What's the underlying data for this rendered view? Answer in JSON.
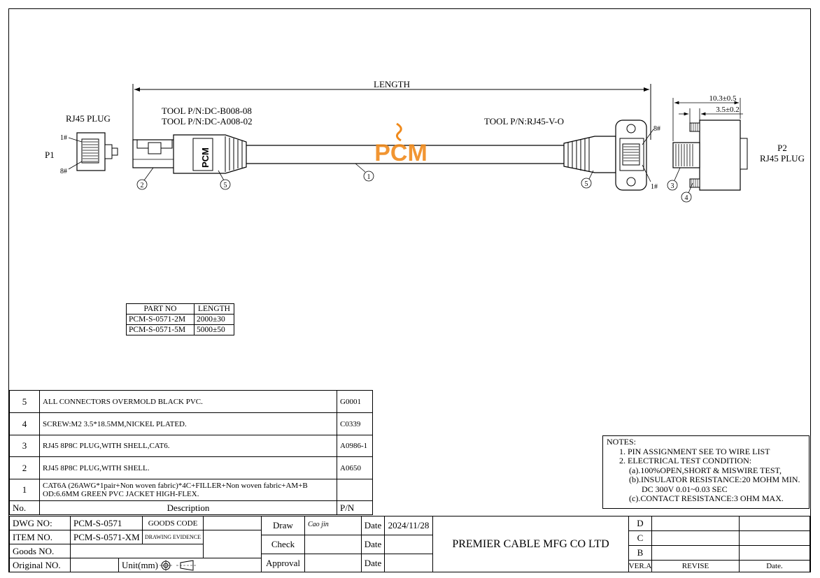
{
  "drawing": {
    "length_label": "LENGTH",
    "p1_label": "P1",
    "p1_plug_label": "RJ45 PLUG",
    "p1_pin1": "1#",
    "p1_pin8": "8#",
    "p2_label": "P2",
    "p2_plug_label": "RJ45 PLUG",
    "p2_pin8": "8#",
    "p2_pin1": "1#",
    "tool_left_1": "TOOL P/N:DC-B008-08",
    "tool_left_2": "TOOL P/N:DC-A008-02",
    "tool_right": "TOOL P/N:RJ45-V-O",
    "dim_1": "10.3±0.5",
    "dim_2": "3.5±0.2",
    "callout_1": "1",
    "callout_2": "2",
    "callout_3": "3",
    "callout_4": "4",
    "callout_5": "5",
    "watermark": "PCM",
    "overmold_logo": "PCM"
  },
  "parts_table": {
    "headers": [
      "PART NO",
      "LENGTH"
    ],
    "rows": [
      [
        "PCM-S-0571-2M",
        "2000±30"
      ],
      [
        "PCM-S-0571-5M",
        "5000±50"
      ]
    ]
  },
  "bom": {
    "header": {
      "no": "No.",
      "description": "Description",
      "pn": "P/N"
    },
    "rows": [
      {
        "no": "5",
        "description": "ALL CONNECTORS OVERMOLD BLACK PVC.",
        "pn": "G0001"
      },
      {
        "no": "4",
        "description": "SCREW:M2 3.5*18.5MM,NICKEL PLATED.",
        "pn": "C0339"
      },
      {
        "no": "3",
        "description": "RJ45 8P8C PLUG,WITH SHELL,CAT6.",
        "pn": "A0986-1"
      },
      {
        "no": "2",
        "description": "RJ45 8P8C PLUG,WITH SHELL.",
        "pn": "A0650"
      },
      {
        "no": "1",
        "description": "CAT6A (26AWG*1pair+Non woven fabric)*4C+FILLER+Non woven fabric+AM+B",
        "description2": "OD:6.6MM GREEN PVC JACKET HIGH-FLEX.",
        "pn": ""
      }
    ]
  },
  "notes": {
    "title": "NOTES:",
    "lines": [
      "1.  PIN ASSIGNMENT SEE TO WIRE LIST",
      "2.  ELECTRICAL TEST CONDITION:",
      "(a).100%OPEN,SHORT & MISWIRE TEST,",
      "(b).INSULATOR RESISTANCE:20 MOHM MIN.",
      "DC 300V 0.01~0.03 SEC",
      "(c).CONTACT RESISTANCE:3 OHM MAX."
    ]
  },
  "title_block": {
    "dwg_no_label": "DWG NO:",
    "dwg_no": "PCM-S-0571",
    "goods_code_label": "GOODS CODE",
    "goods_code": "",
    "item_no_label": "ITEM NO.",
    "item_no": "PCM-S-0571-XM",
    "drawing_evidence_label": "DRAWING EVIDENCE",
    "goods_no_label": "Goods NO.",
    "original_no_label": "Original NO.",
    "unit_label": "Unit(mm)",
    "draw_label": "Draw",
    "draw_signature": "Cao jin",
    "check_label": "Check",
    "approval_label": "Approval",
    "date_label": "Date",
    "date_value": "2024/11/28",
    "company": "PREMIER CABLE MFG CO LTD",
    "rev_rows": [
      "D",
      "C",
      "B"
    ],
    "ver_label": "VER.A",
    "revise_label": "REVISE",
    "rev_date_label": "Date."
  },
  "colors": {
    "watermark": "#f08a1c",
    "line": "#000000"
  }
}
